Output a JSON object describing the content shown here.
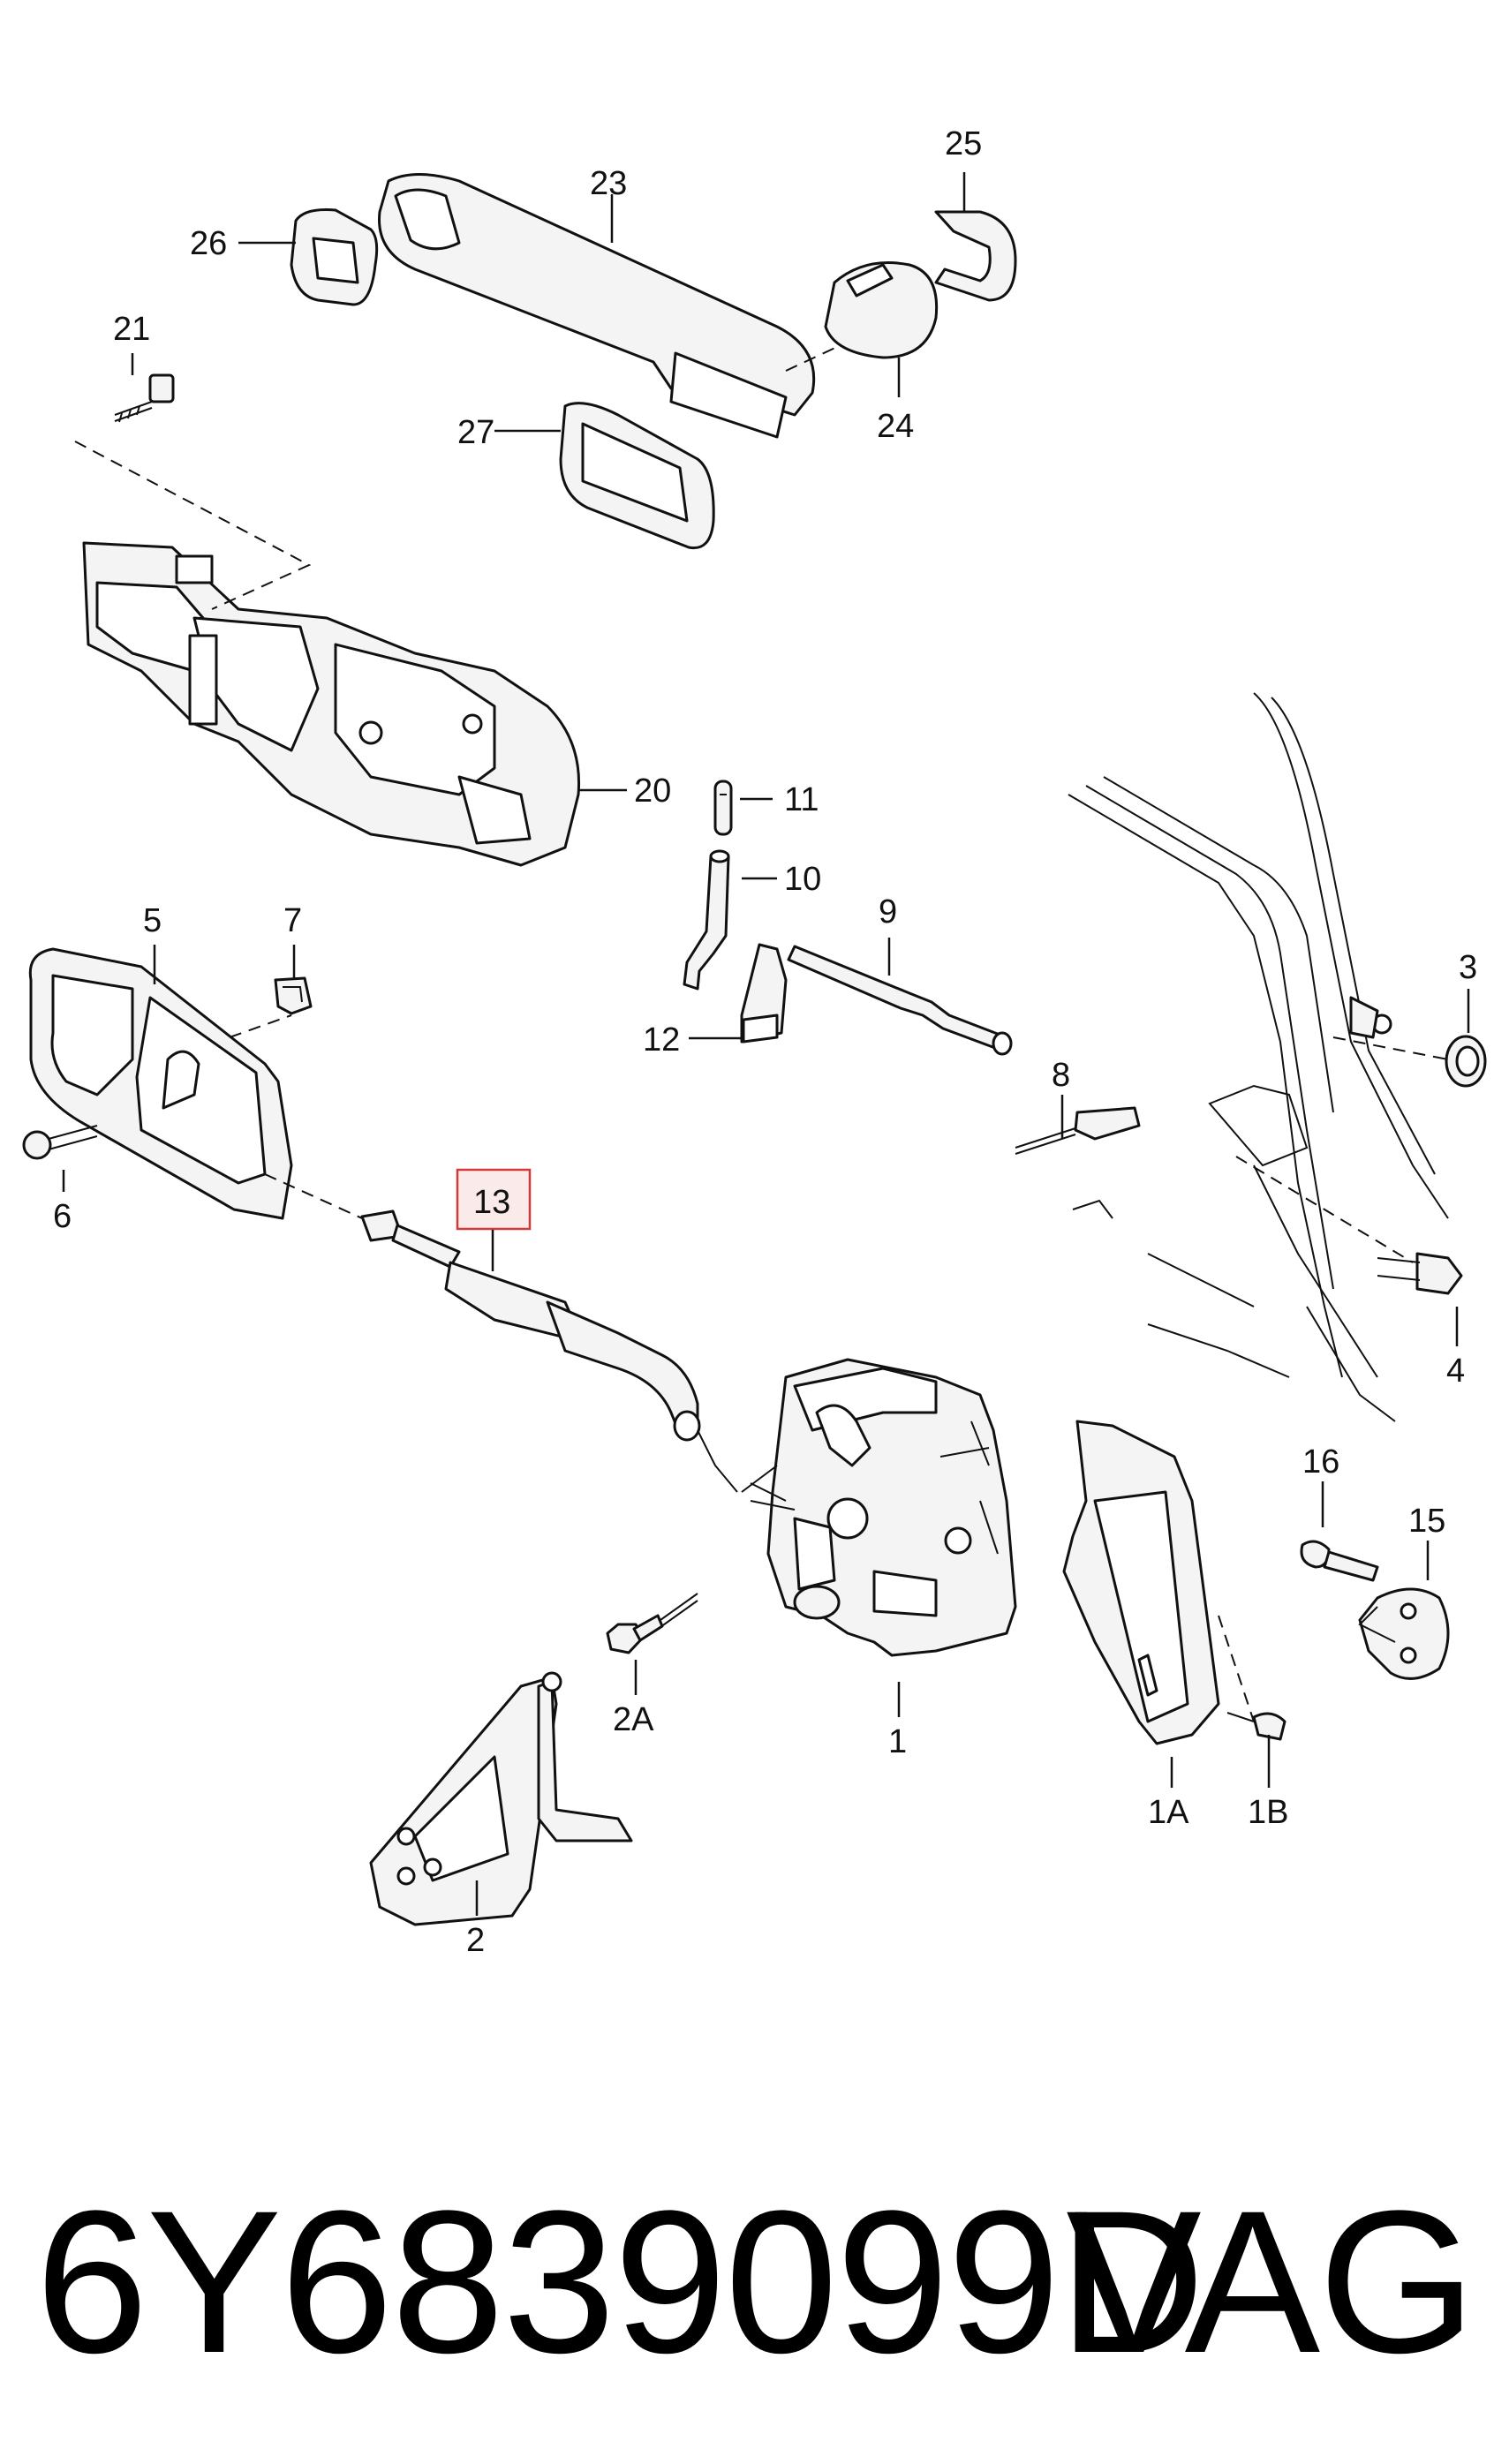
{
  "diagram": {
    "callouts": {
      "c1": "1",
      "c1A": "1A",
      "c1B": "1B",
      "c2": "2",
      "c2A": "2A",
      "c3": "3",
      "c4": "4",
      "c5": "5",
      "c6": "6",
      "c7": "7",
      "c8": "8",
      "c9": "9",
      "c10": "10",
      "c11": "11",
      "c12": "12",
      "c13": "13",
      "c15": "15",
      "c16": "16",
      "c20": "20",
      "c21": "21",
      "c23": "23",
      "c24": "24",
      "c25": "25",
      "c26": "26",
      "c27": "27"
    },
    "highlighted_callout": "13",
    "highlight_color": "#d23a3a"
  },
  "caption": {
    "part_number": "6Y6839099D",
    "brand": "VAG"
  }
}
